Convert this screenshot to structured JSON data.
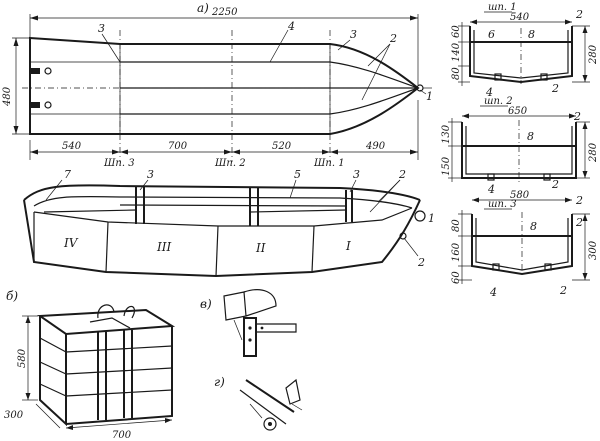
{
  "views": {
    "a": "a)",
    "b": "б)",
    "v": "в)",
    "g": "г)"
  },
  "plan": {
    "length": "2250",
    "width": "480",
    "segments": [
      "540",
      "700",
      "520",
      "490"
    ],
    "stations": [
      "Шп. 3",
      "Шп. 2",
      "Шп. 1"
    ],
    "callouts": [
      "3",
      "4",
      "3",
      "2",
      "1"
    ]
  },
  "hull": {
    "compartments": [
      "IV",
      "III",
      "II",
      "I"
    ],
    "callouts": [
      "7",
      "3",
      "5",
      "3",
      "2",
      "1",
      "2"
    ]
  },
  "section1": {
    "title": "шп. 1",
    "width": "540",
    "height": "280",
    "left_dims": [
      "60",
      "140",
      "80"
    ],
    "callouts": [
      "6",
      "8",
      "2",
      "4",
      "2"
    ]
  },
  "section2": {
    "title": "шп. 2",
    "width": "650",
    "height": "280",
    "left_dims": [
      "130",
      "150"
    ],
    "callouts": [
      "8",
      "2",
      "4",
      "2"
    ]
  },
  "section3": {
    "title": "шп. 3",
    "width": "580",
    "height": "300",
    "left_dims": [
      "80",
      "160",
      "60"
    ],
    "callouts": [
      "2",
      "8",
      "2",
      "4",
      "2"
    ]
  },
  "pack": {
    "height": "580",
    "depth": "300",
    "width": "700"
  }
}
